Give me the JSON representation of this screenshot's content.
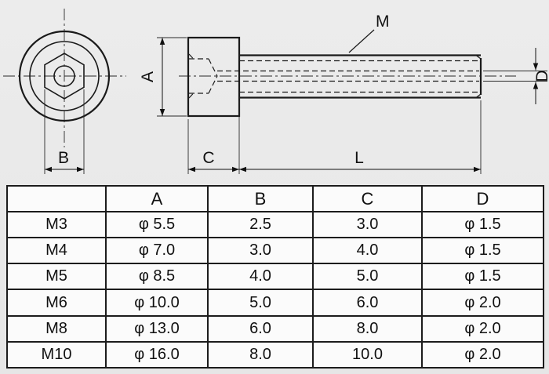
{
  "colors": {
    "background": "#e9e9e9",
    "line": "#1a1a1a",
    "table_background": "#fbfbfb"
  },
  "drawing": {
    "labels": {
      "A": "A",
      "B": "B",
      "C": "C",
      "D": "D",
      "L": "L",
      "M": "M"
    }
  },
  "table": {
    "headers": [
      "",
      "A",
      "B",
      "C",
      "D"
    ],
    "rows": [
      [
        "M3",
        "φ 5.5",
        "2.5",
        "3.0",
        "φ 1.5"
      ],
      [
        "M4",
        "φ 7.0",
        "3.0",
        "4.0",
        "φ 1.5"
      ],
      [
        "M5",
        "φ 8.5",
        "4.0",
        "5.0",
        "φ 1.5"
      ],
      [
        "M6",
        "φ 10.0",
        "5.0",
        "6.0",
        "φ 2.0"
      ],
      [
        "M8",
        "φ 13.0",
        "6.0",
        "8.0",
        "φ 2.0"
      ],
      [
        "M10",
        "φ 16.0",
        "8.0",
        "10.0",
        "φ 2.0"
      ]
    ]
  }
}
